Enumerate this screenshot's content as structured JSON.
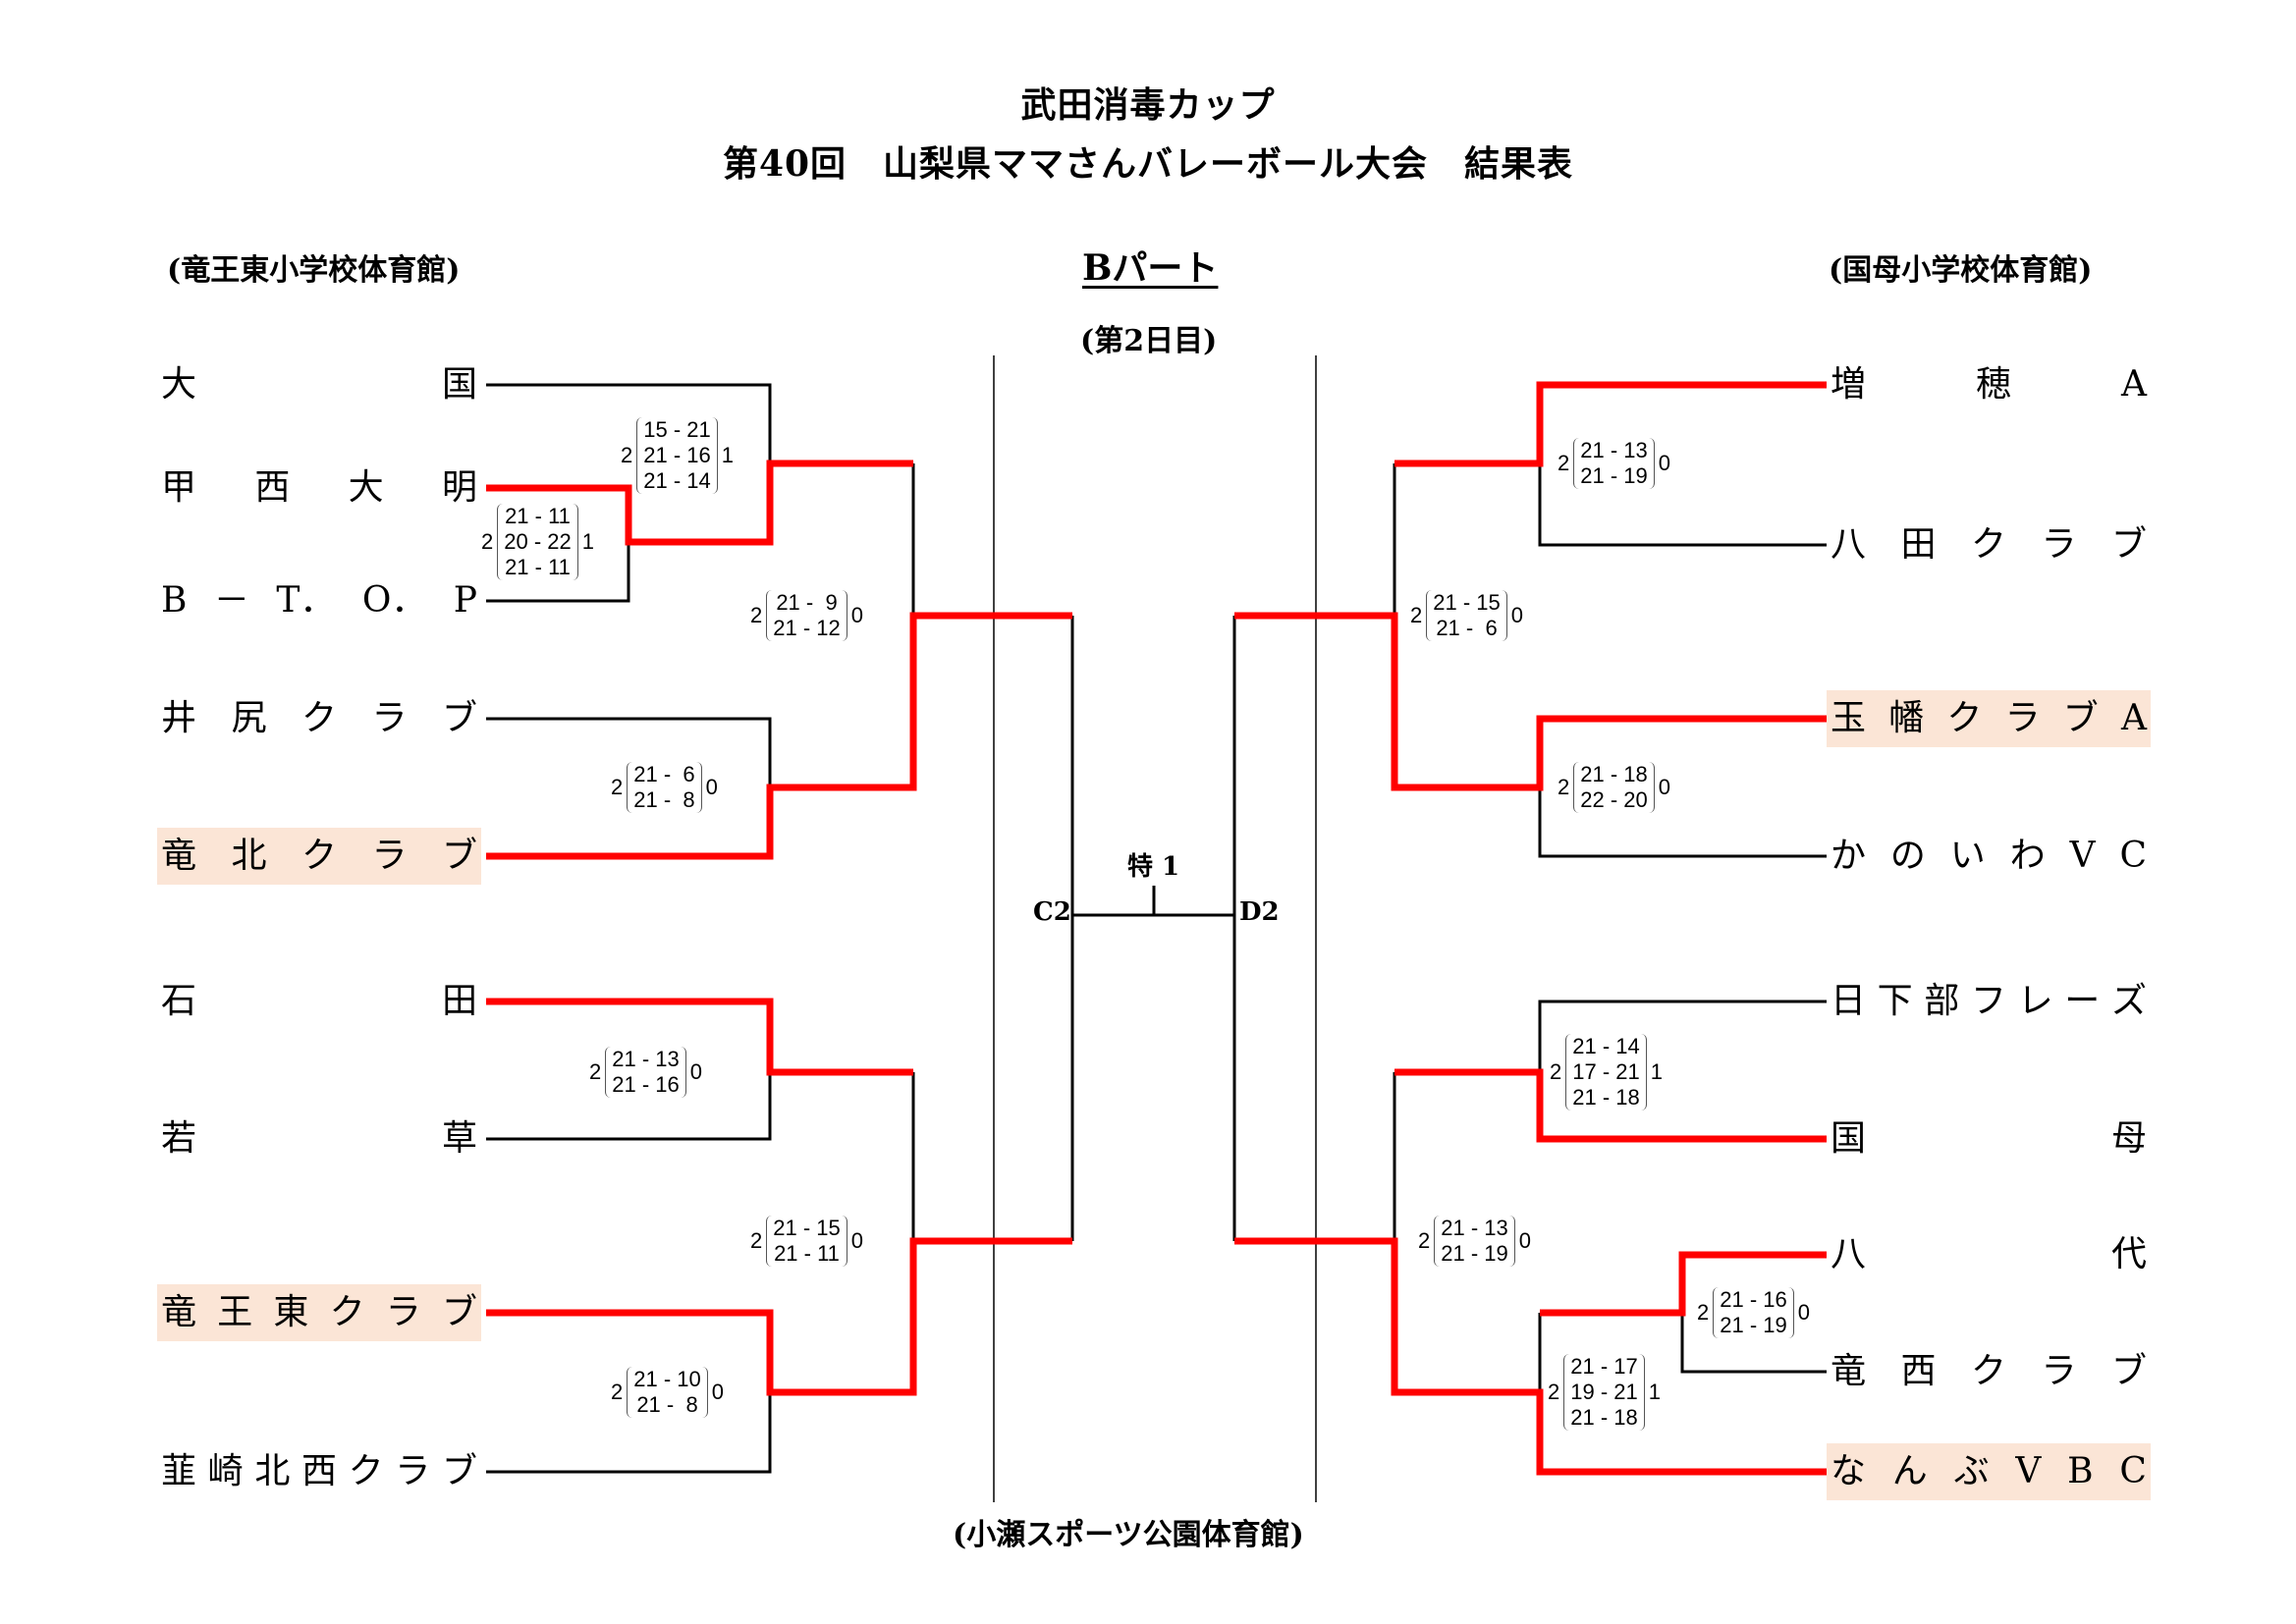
{
  "header": {
    "title1": "武田消毒カップ",
    "title2": "第40回　山梨県ママさんバレーボール大会　結果表",
    "part": "Bパート",
    "day": "(第2日目)",
    "venue_left": "(竜王東小学校体育館)",
    "venue_right": "(国母小学校体育館)",
    "venue_center": "(小瀬スポーツ公園体育館)"
  },
  "final": {
    "label": "特 1",
    "left_slot": "C2",
    "right_slot": "D2"
  },
  "colors": {
    "winner_line": "#ff0000",
    "line": "#000000",
    "highlight": "#fbe5d6"
  },
  "left_teams": [
    {
      "name": [
        "大",
        "国"
      ],
      "highlight": false
    },
    {
      "name": [
        "甲",
        "西",
        "大",
        "明"
      ],
      "highlight": false
    },
    {
      "name": [
        "B",
        "－",
        "T．",
        "O．",
        "P"
      ],
      "highlight": false
    },
    {
      "name": [
        "井",
        "尻",
        "ク",
        "ラ",
        "ブ"
      ],
      "highlight": false
    },
    {
      "name": [
        "竜",
        "北",
        "ク",
        "ラ",
        "ブ"
      ],
      "highlight": true
    },
    {
      "name": [
        "石",
        "田"
      ],
      "highlight": false
    },
    {
      "name": [
        "若",
        "草"
      ],
      "highlight": false
    },
    {
      "name": [
        "竜",
        "王",
        "東",
        "ク",
        "ラ",
        "ブ"
      ],
      "highlight": true
    },
    {
      "name": [
        "韮",
        "崎",
        "北",
        "西",
        "ク",
        "ラ",
        "ブ"
      ],
      "highlight": false
    }
  ],
  "right_teams": [
    {
      "name": [
        "増",
        "穂",
        "A"
      ],
      "highlight": false
    },
    {
      "name": [
        "八",
        "田",
        "ク",
        "ラ",
        "ブ"
      ],
      "highlight": false
    },
    {
      "name": [
        "玉",
        "幡",
        "ク",
        "ラ",
        "ブ",
        "A"
      ],
      "highlight": true
    },
    {
      "name": [
        "か",
        "の",
        "い",
        "わ",
        "V",
        "C"
      ],
      "highlight": false
    },
    {
      "name": [
        "日",
        "下",
        "部",
        "フ",
        "レ",
        "ー",
        "ズ"
      ],
      "highlight": false
    },
    {
      "name": [
        "国",
        "母"
      ],
      "highlight": false
    },
    {
      "name": [
        "八",
        "代"
      ],
      "highlight": false
    },
    {
      "name": [
        "竜",
        "西",
        "ク",
        "ラ",
        "ブ"
      ],
      "highlight": false
    },
    {
      "name": [
        "な",
        "ん",
        "ぶ",
        "V",
        "B",
        "C"
      ],
      "highlight": true
    }
  ],
  "matches": [
    {
      "id": "L1",
      "winner": "甲西大明",
      "loser": "B－T．O．P",
      "sets_won": "2",
      "sets_lost": "1",
      "sets": [
        "21 - 11",
        "20 - 22",
        "21 - 11"
      ]
    },
    {
      "id": "L2",
      "winner": "甲西大明",
      "loser": "大国",
      "sets_won": "2",
      "sets_lost": "1",
      "sets": [
        "15 - 21",
        "21 - 16",
        "21 - 14"
      ]
    },
    {
      "id": "L3",
      "winner": "竜北クラブ",
      "loser": "井尻クラブ",
      "sets_won": "2",
      "sets_lost": "0",
      "sets": [
        "21 -  6",
        "21 -  8"
      ]
    },
    {
      "id": "L4",
      "winner": "竜北クラブ",
      "loser": "甲西大明",
      "sets_won": "2",
      "sets_lost": "0",
      "sets": [
        "21 -  9",
        "21 - 12"
      ]
    },
    {
      "id": "L5",
      "winner": "石田",
      "loser": "若草",
      "sets_won": "2",
      "sets_lost": "0",
      "sets": [
        "21 - 13",
        "21 - 16"
      ]
    },
    {
      "id": "L6",
      "winner": "竜王東クラブ",
      "loser": "韮崎北西クラブ",
      "sets_won": "2",
      "sets_lost": "0",
      "sets": [
        "21 - 10",
        "21 -  8"
      ]
    },
    {
      "id": "L7",
      "winner": "竜王東クラブ",
      "loser": "石田",
      "sets_won": "2",
      "sets_lost": "0",
      "sets": [
        "21 - 15",
        "21 - 11"
      ]
    },
    {
      "id": "R1",
      "winner": "増穂A",
      "loser": "八田クラブ",
      "sets_won": "2",
      "sets_lost": "0",
      "sets": [
        "21 - 13",
        "21 - 19"
      ]
    },
    {
      "id": "R2",
      "winner": "玉幡クラブA",
      "loser": "かのいわVC",
      "sets_won": "2",
      "sets_lost": "0",
      "sets": [
        "21 - 18",
        "22 - 20"
      ]
    },
    {
      "id": "R3",
      "winner": "玉幡クラブA",
      "loser": "増穂A",
      "sets_won": "2",
      "sets_lost": "0",
      "sets": [
        "21 - 15",
        "21 -  6"
      ]
    },
    {
      "id": "R4",
      "winner": "国母",
      "loser": "日下部フレーズ",
      "sets_won": "2",
      "sets_lost": "1",
      "sets": [
        "21 - 14",
        "17 - 21",
        "21 - 18"
      ]
    },
    {
      "id": "R5",
      "winner": "八代",
      "loser": "竜西クラブ",
      "sets_won": "2",
      "sets_lost": "0",
      "sets": [
        "21 - 16",
        "21 - 19"
      ]
    },
    {
      "id": "R6",
      "winner": "なんぶVBC",
      "loser": "八代",
      "sets_won": "2",
      "sets_lost": "1",
      "sets": [
        "21 - 17",
        "19 - 21",
        "21 - 18"
      ]
    },
    {
      "id": "R7",
      "winner": "なんぶVBC",
      "loser": "国母",
      "sets_won": "2",
      "sets_lost": "0",
      "sets": [
        "21 - 13",
        "21 - 19"
      ]
    }
  ]
}
